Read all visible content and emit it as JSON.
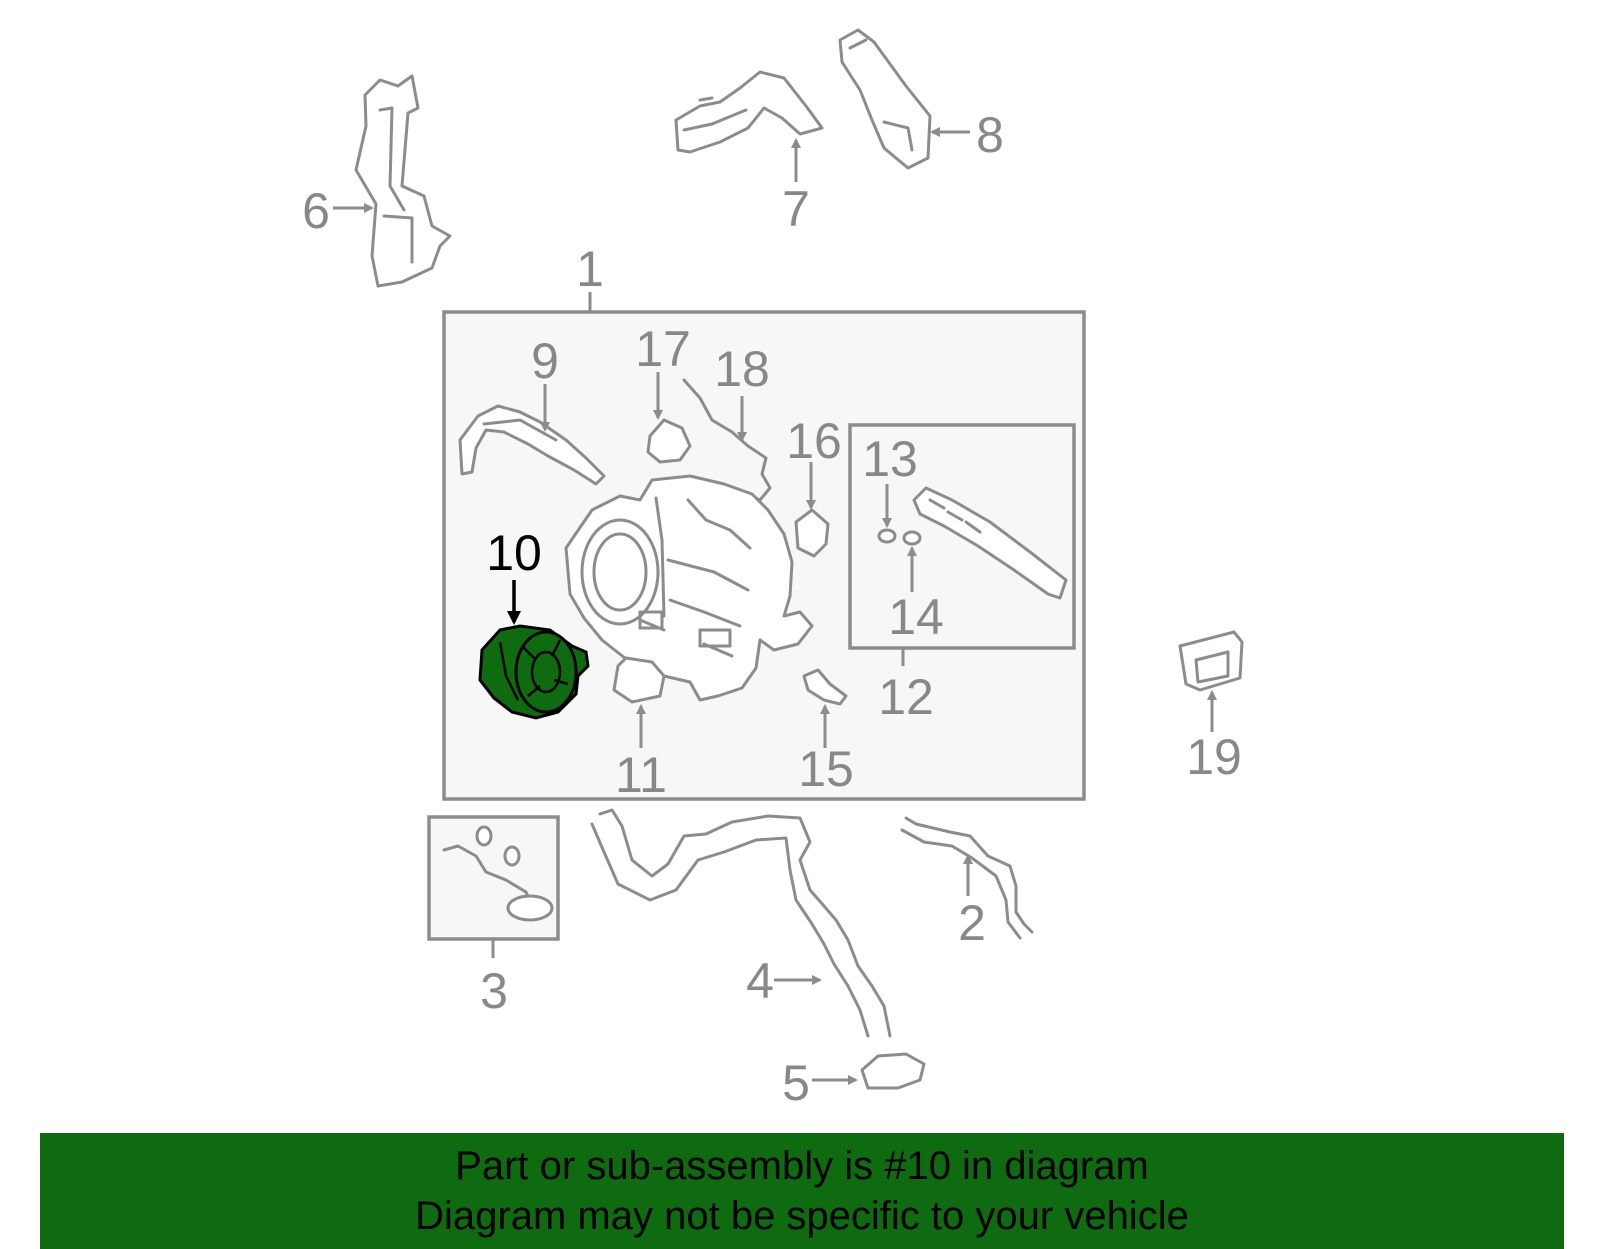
{
  "diagram": {
    "callouts": {
      "n1": "1",
      "n2": "2",
      "n3": "3",
      "n4": "4",
      "n5": "5",
      "n6": "6",
      "n7": "7",
      "n8": "8",
      "n9": "9",
      "n10": "10",
      "n11": "11",
      "n12": "12",
      "n13": "13",
      "n14": "14",
      "n15": "15",
      "n16": "16",
      "n17": "17",
      "n18": "18",
      "n19": "19"
    },
    "highlighted_part": "10",
    "colors": {
      "highlight": "#0f6b0f",
      "linework": "#8c8c8c",
      "frame_fill": "#f7f7f7",
      "banner": "#0f6b0f"
    }
  },
  "banner": {
    "line1": "Part or sub-assembly is #10 in diagram",
    "line2": "Diagram may not be specific to your vehicle"
  }
}
